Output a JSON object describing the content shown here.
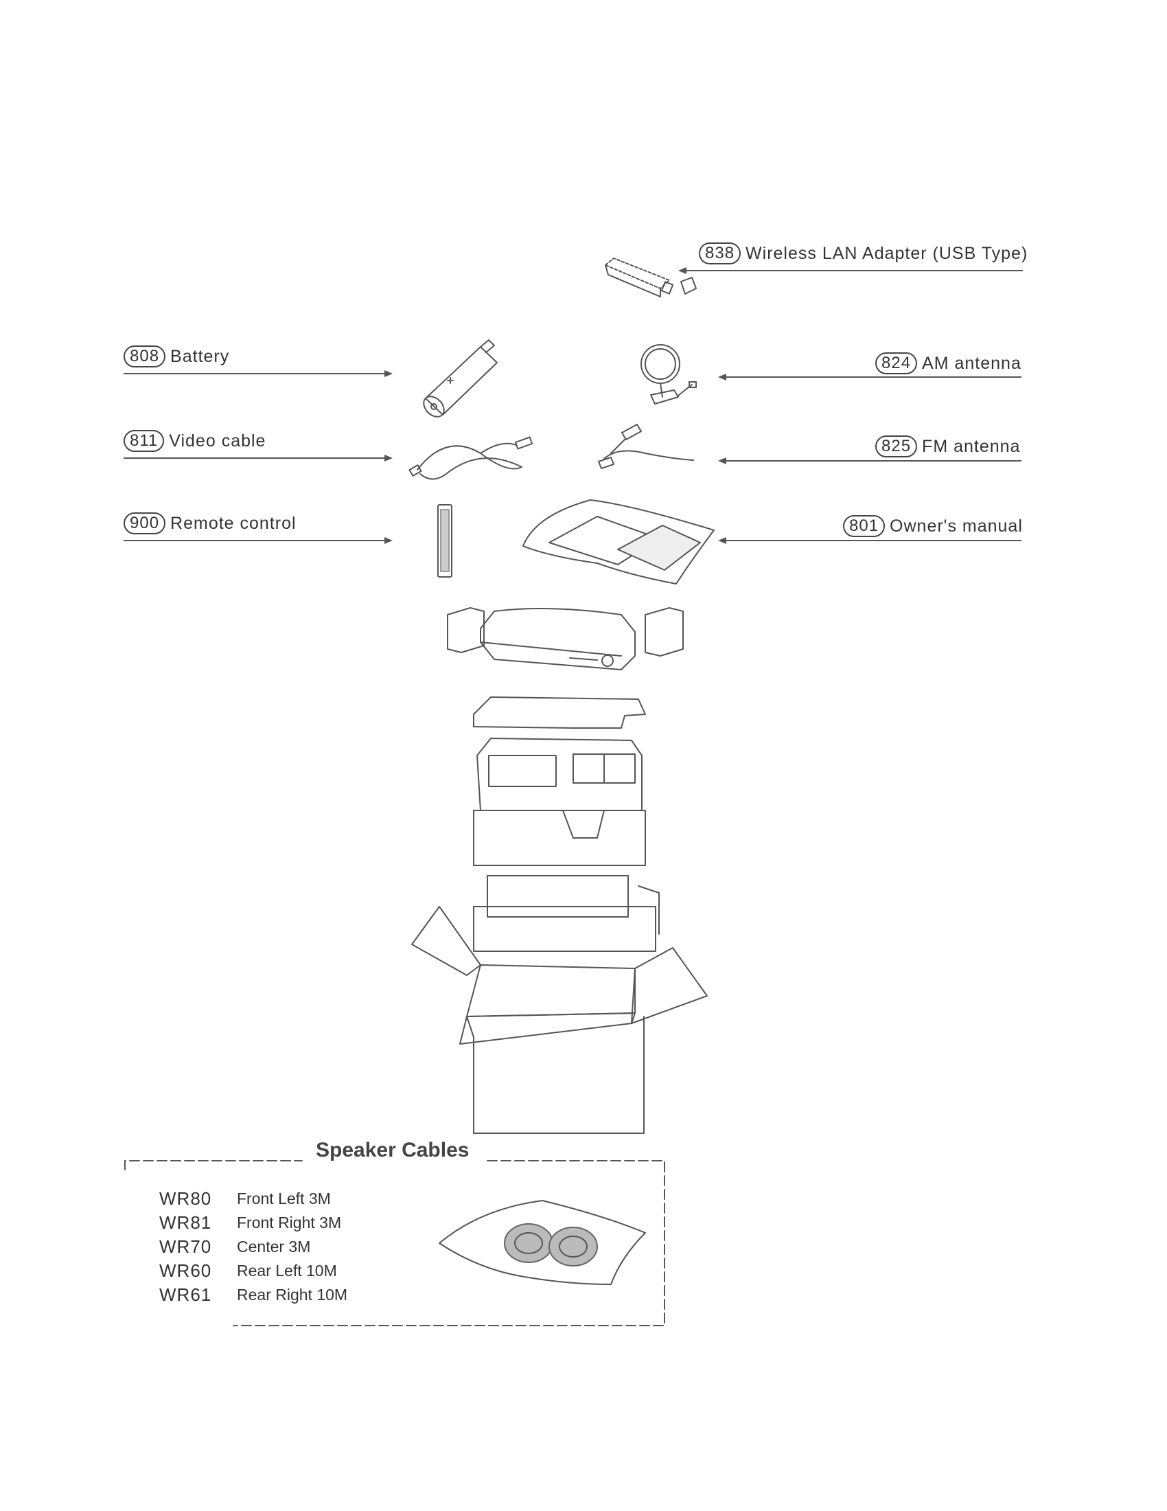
{
  "parts": [
    {
      "id": "838",
      "name": "Wireless LAN Adapter (USB Type)"
    },
    {
      "id": "808",
      "name": "Battery"
    },
    {
      "id": "824",
      "name": "AM antenna"
    },
    {
      "id": "811",
      "name": "Video cable"
    },
    {
      "id": "825",
      "name": "FM antenna"
    },
    {
      "id": "900",
      "name": "Remote control"
    },
    {
      "id": "801",
      "name": "Owner's manual"
    }
  ],
  "speaker_cables": {
    "title": "Speaker Cables",
    "items": [
      {
        "code": "WR80",
        "desc": "Front Left 3M"
      },
      {
        "code": "WR81",
        "desc": "Front Right 3M"
      },
      {
        "code": "WR70",
        "desc": "Center 3M"
      },
      {
        "code": "WR60",
        "desc": "Rear Left 10M"
      },
      {
        "code": "WR61",
        "desc": "Rear Right 10M"
      }
    ]
  }
}
